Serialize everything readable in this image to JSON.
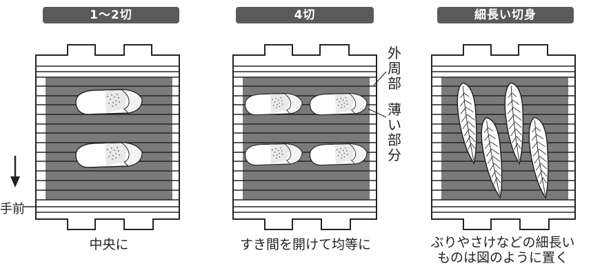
{
  "panels": [
    {
      "badge": "1～2切",
      "caption": "中央に"
    },
    {
      "badge": "4切",
      "caption": "すき間を開けて均等に"
    },
    {
      "badge": "細長い切身",
      "caption_line1": "ぶりやさけなどの細長い",
      "caption_line2": "ものは図のように置く"
    }
  ],
  "labels": {
    "front": "手前",
    "outer_chars": [
      "外",
      "周",
      "部"
    ],
    "thin_chars": [
      "薄",
      "い",
      "部",
      "分"
    ]
  },
  "colors": {
    "badge_bg": "#5a5a5a",
    "shade": "#7a7a7a",
    "stroke": "#222222"
  }
}
